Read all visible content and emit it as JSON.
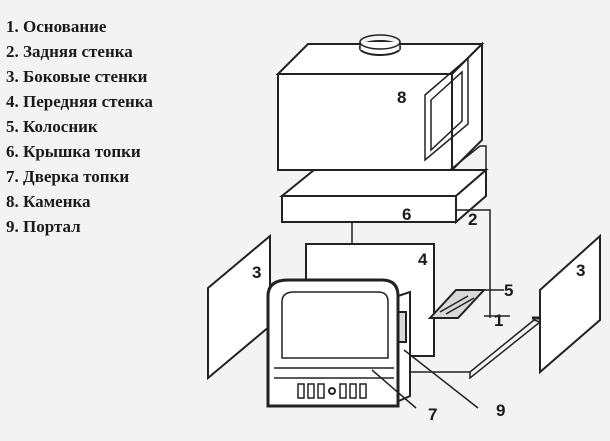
{
  "legend": [
    {
      "number": "1.",
      "text": "Основание"
    },
    {
      "number": "2.",
      "text": "Задняя стенка"
    },
    {
      "number": "3.",
      "text": "Боковые стенки"
    },
    {
      "number": "4.",
      "text": "Передняя стенка"
    },
    {
      "number": "5.",
      "text": "Колосник"
    },
    {
      "number": "6.",
      "text": "Крышка топки"
    },
    {
      "number": "7.",
      "text": "Дверка топки"
    },
    {
      "number": "8.",
      "text": "Каменка"
    },
    {
      "number": "9.",
      "text": "Портал"
    }
  ],
  "callouts": {
    "base": "1",
    "back_wall": "2",
    "side_wall_left": "3",
    "side_wall_right": "3",
    "front_wall": "4",
    "grate": "5",
    "firebox_lid": "6",
    "firebox_door": "7",
    "stove_heater": "8",
    "portal": "9"
  }
}
